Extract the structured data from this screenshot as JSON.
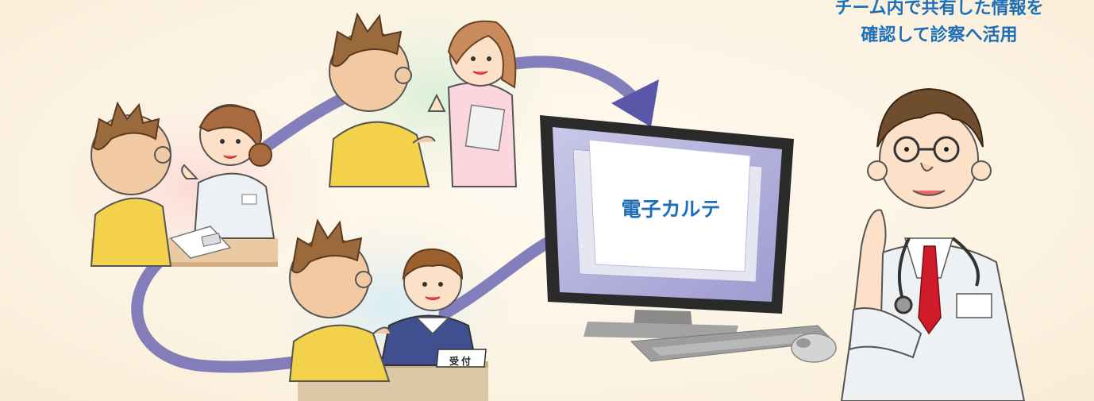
{
  "caption": {
    "line1": "チーム内で共有した情報を",
    "line2": "確認して診察へ活用"
  },
  "monitor": {
    "label": "電子カルテ"
  },
  "reception": {
    "sign": "受付"
  },
  "colors": {
    "accent_text": "#1d6fb8",
    "arrow": "#6d69b4",
    "background": "#fcf4e4",
    "patient_shirt": "#f3d14a",
    "doctor_tie": "#d01c2a"
  },
  "icons": [
    "flow-arrow-icon",
    "computer-monitor-icon",
    "keyboard-icon",
    "mouse-icon",
    "stethoscope-icon",
    "clipboard-icon"
  ]
}
